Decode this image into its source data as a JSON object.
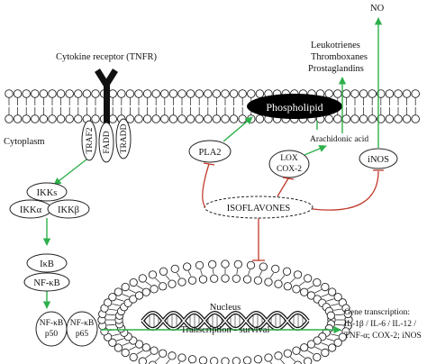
{
  "labels": {
    "receptor": "Cytokine  receptor (TNFR)",
    "cytoplasm": "Cytoplasm",
    "traf2": "TRAF2",
    "fadd": "FADD",
    "tradd": "TRADD",
    "phospholipid": "Phospholipid",
    "pla2": "PLA2",
    "lox": "LOX",
    "cox2": "COX-2",
    "inos": "iNOS",
    "arachidonic": "Arachidonic acid",
    "leukotrienes": "Leukotrienes",
    "thromboxanes": "Thromboxanes",
    "prostaglandins": "Prostaglandins",
    "no": "NO",
    "ikks": "IKKs",
    "ikka": "IKKα",
    "ikkb": "IKKβ",
    "ikb": "IκB",
    "nfkb": "NF-κB",
    "nfkb_p50_a": "NF-κB",
    "nfkb_p50_b": "p50",
    "nfkb_p65_a": "NF-κB",
    "nfkb_p65_b": "p65",
    "isoflavones": "ISOFLAVONES",
    "nucleus": "Nucleus",
    "transcription": "Transcription - survival",
    "gene_title": "Gene transcription:",
    "gene_line1": "IL-1β / IL-6 / IL-12 /",
    "gene_line2": "TNF-α; COX-2; iNOS"
  },
  "colors": {
    "activation_arrow": "#2db04b",
    "inhibition_line": "#c0392b",
    "membrane_head": "#ffffff",
    "phospholipid_fill": "#000000"
  }
}
